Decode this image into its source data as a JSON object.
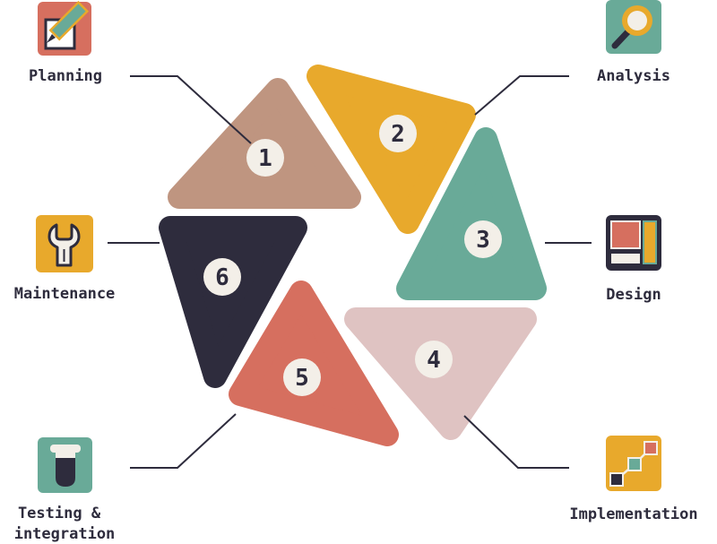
{
  "stages": [
    {
      "number": "1",
      "label": "Planning",
      "color": "#bf9580",
      "icon": "pencil-edit-icon"
    },
    {
      "number": "2",
      "label": "Analysis",
      "color": "#e8a92c",
      "icon": "magnifier-icon"
    },
    {
      "number": "3",
      "label": "Design",
      "color": "#69aa98",
      "icon": "layout-blocks-icon"
    },
    {
      "number": "4",
      "label": "Implementation",
      "color": "#dfc3c2",
      "icon": "flowchart-steps-icon"
    },
    {
      "number": "5",
      "label": [
        "Testing &",
        "integration"
      ],
      "color": "#d66f5f",
      "icon": "test-tube-icon"
    },
    {
      "number": "6",
      "label": "Maintenance",
      "color": "#2e2c3d",
      "icon": "wrench-icon"
    }
  ],
  "colors": {
    "ink": "#2e2c3d",
    "badge": "#f3efe8"
  }
}
